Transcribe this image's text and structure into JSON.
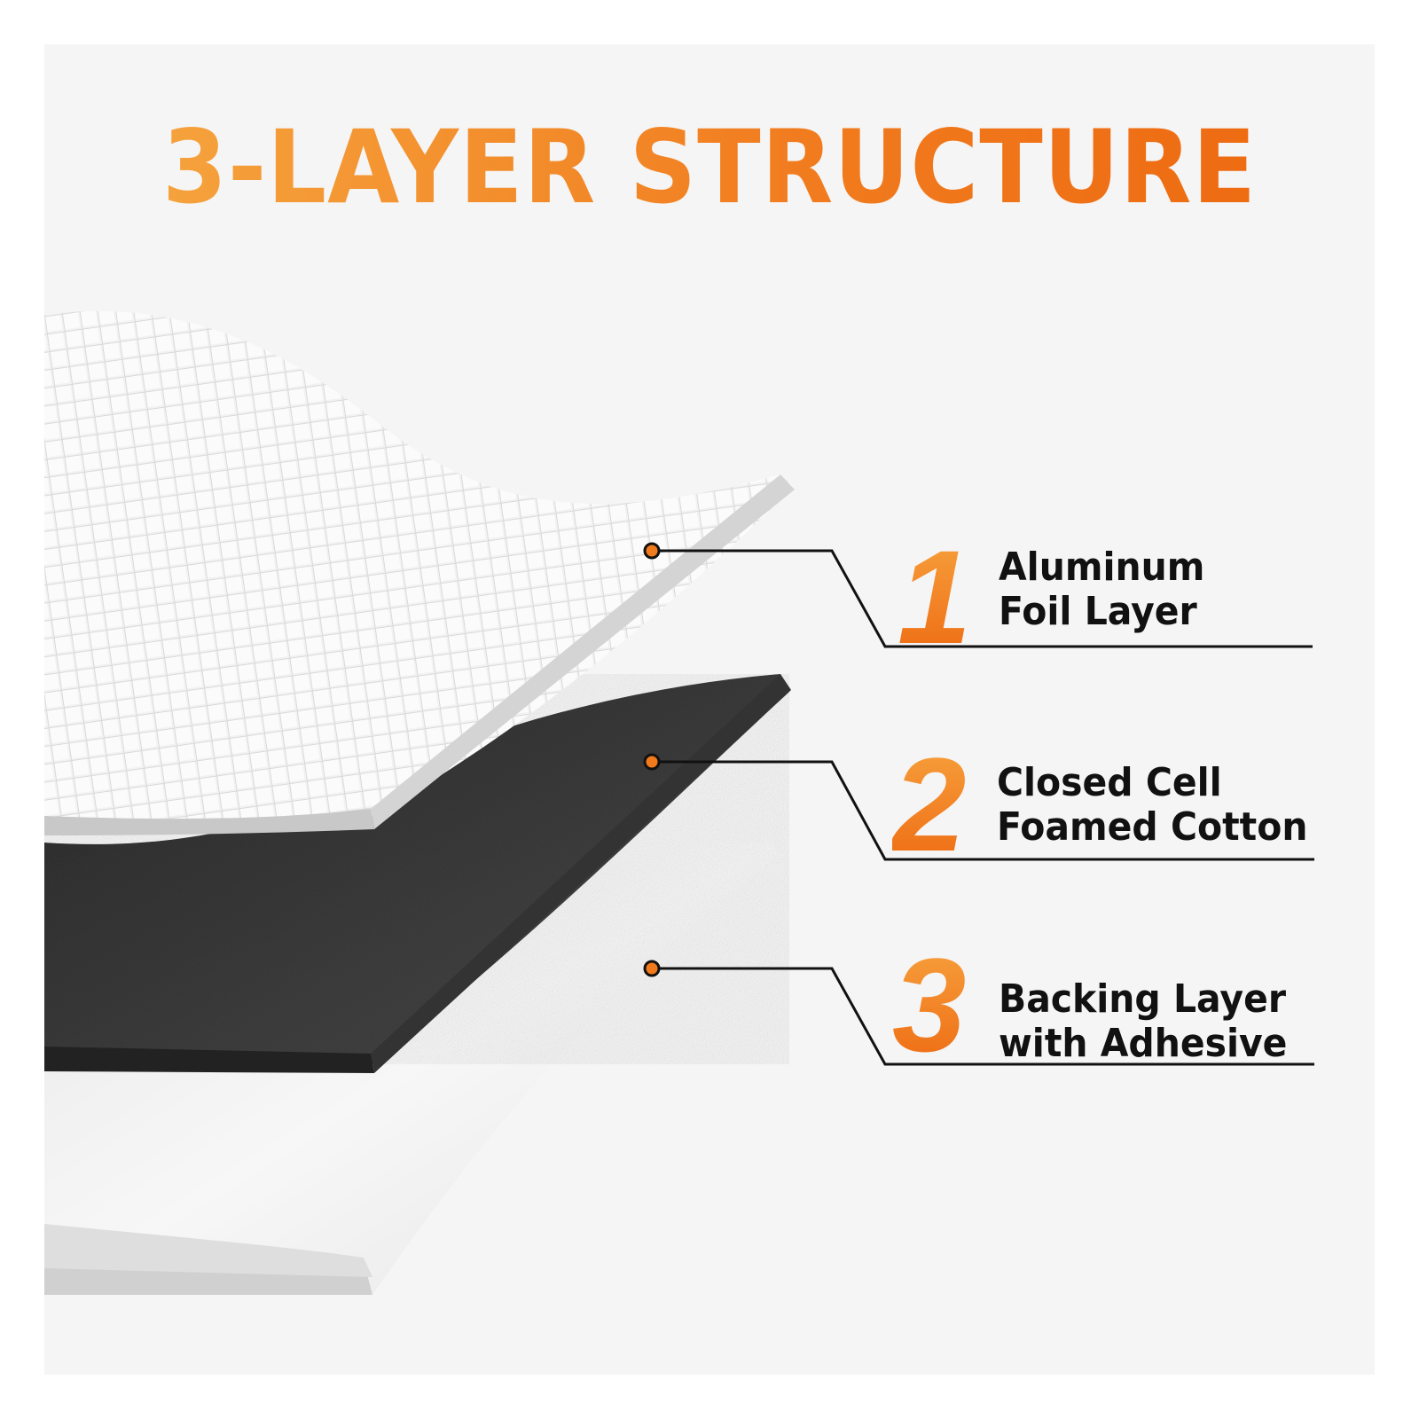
{
  "title": "3-LAYER STRUCTURE",
  "colors": {
    "accent": "#f17b1e",
    "background": "#f5f5f5",
    "foam": "#3a3a3a",
    "foil": "#efefef"
  },
  "layers": [
    {
      "number": "1",
      "line1": "Aluminum",
      "line2": "Foil Layer"
    },
    {
      "number": "2",
      "line1": "Closed Cell",
      "line2": "Foamed Cotton"
    },
    {
      "number": "3",
      "line1": "Backing Layer",
      "line2": "with Adhesive"
    }
  ]
}
